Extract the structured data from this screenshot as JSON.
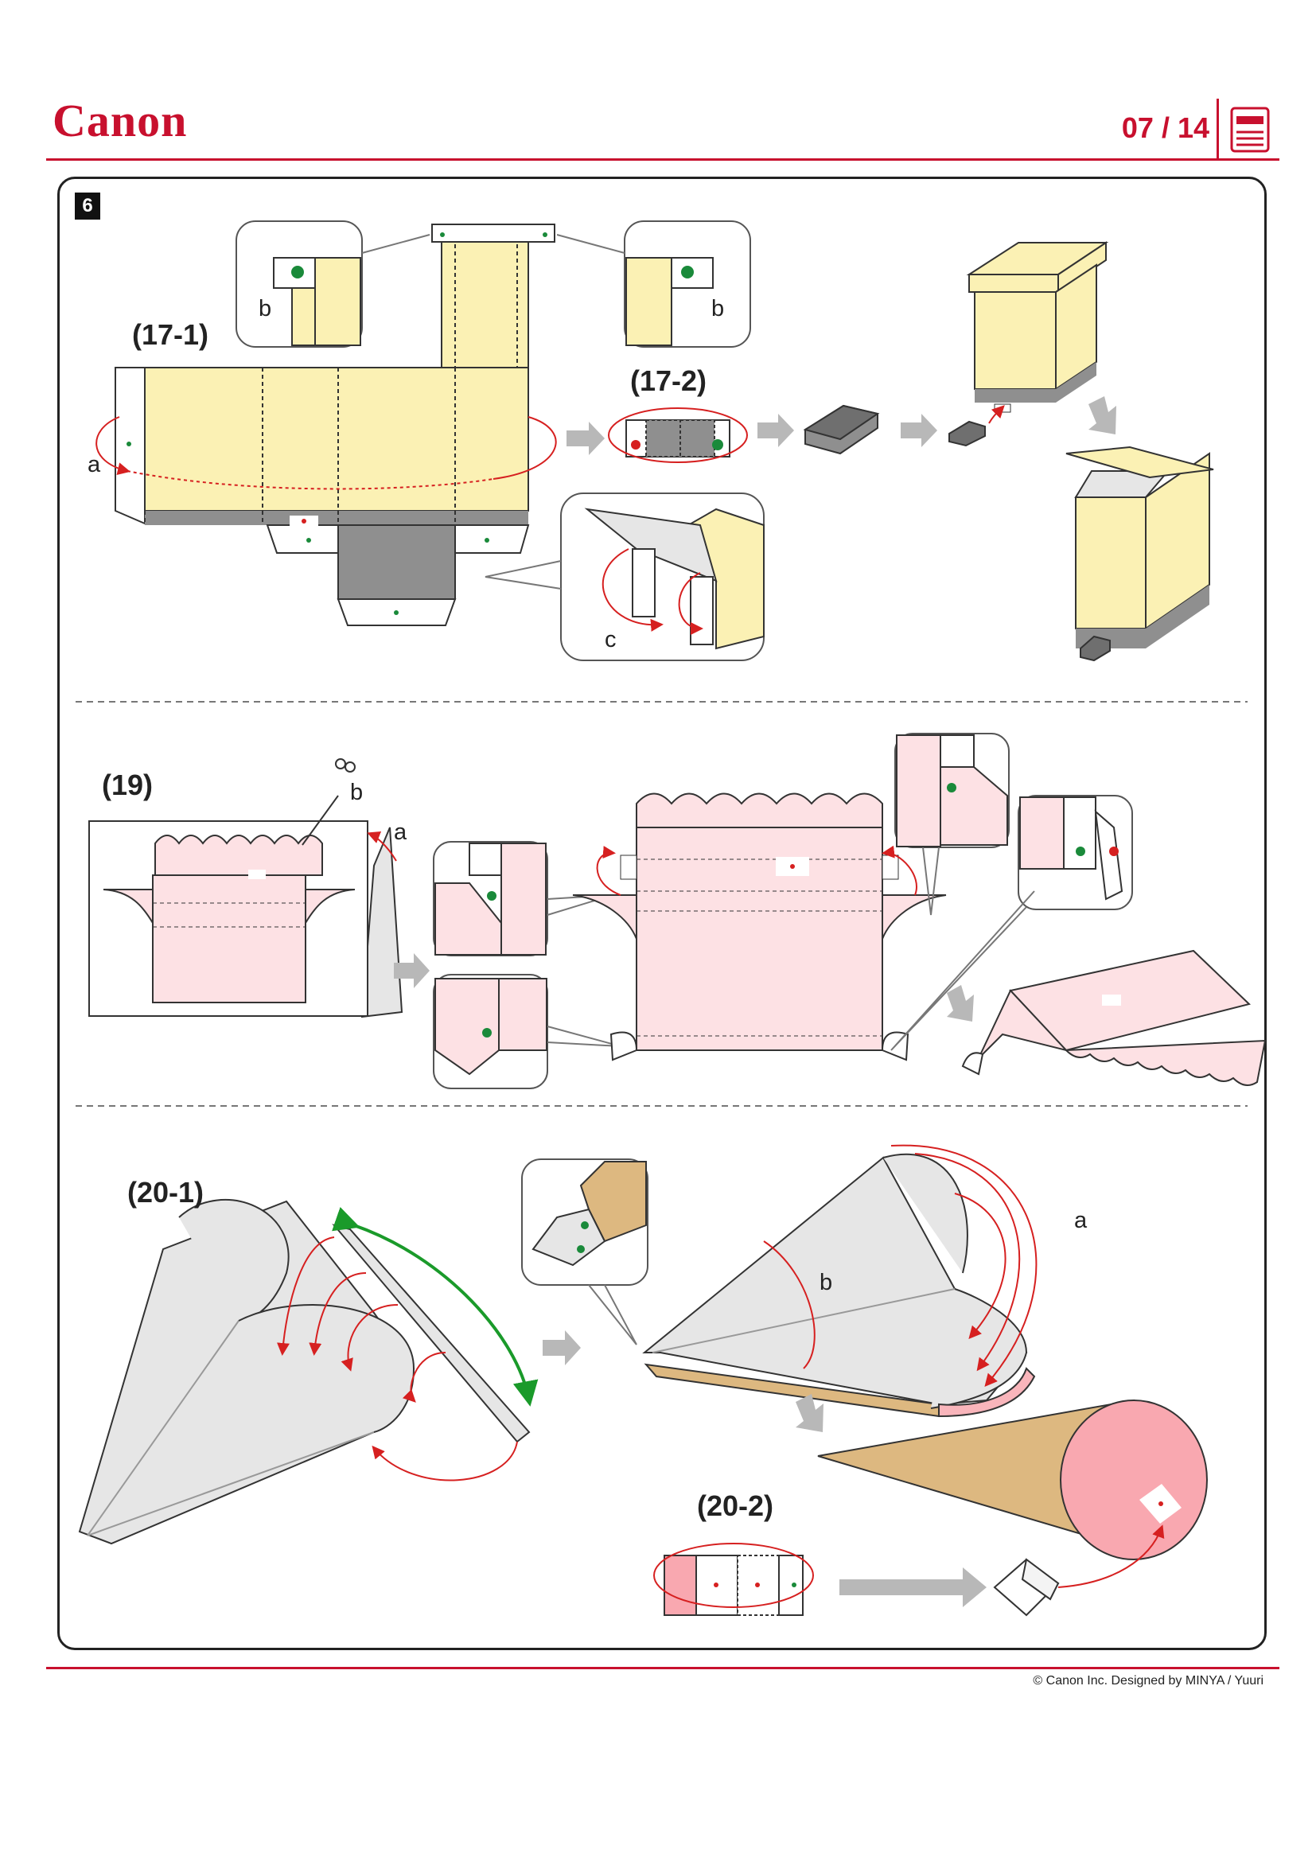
{
  "header": {
    "brand": "Canon",
    "page_number": "07 / 14",
    "icon": "document-icon"
  },
  "step": {
    "number": "6"
  },
  "sections": {
    "s17": {
      "label_1": "(17-1)",
      "label_2": "(17-2)",
      "letter_a": "a",
      "letter_b_left": "b",
      "letter_b_right": "b",
      "letter_c": "c"
    },
    "s19": {
      "label": "(19)",
      "letter_a": "a",
      "letter_b": "b"
    },
    "s20": {
      "label_1": "(20-1)",
      "label_2": "(20-2)",
      "letter_a": "a",
      "letter_b": "b"
    }
  },
  "colors": {
    "brand_red": "#c8102e",
    "yellow": "#fbf1b4",
    "pink": "#fde1e4",
    "grey": "#e6e6e6",
    "tan": "#ddb880",
    "dark": "#8f8f8f",
    "green": "#1a8a3a",
    "arrow": "#b8b8b8"
  },
  "footer": {
    "credit": "© Canon Inc. Designed by MINYA / Yuuri"
  }
}
